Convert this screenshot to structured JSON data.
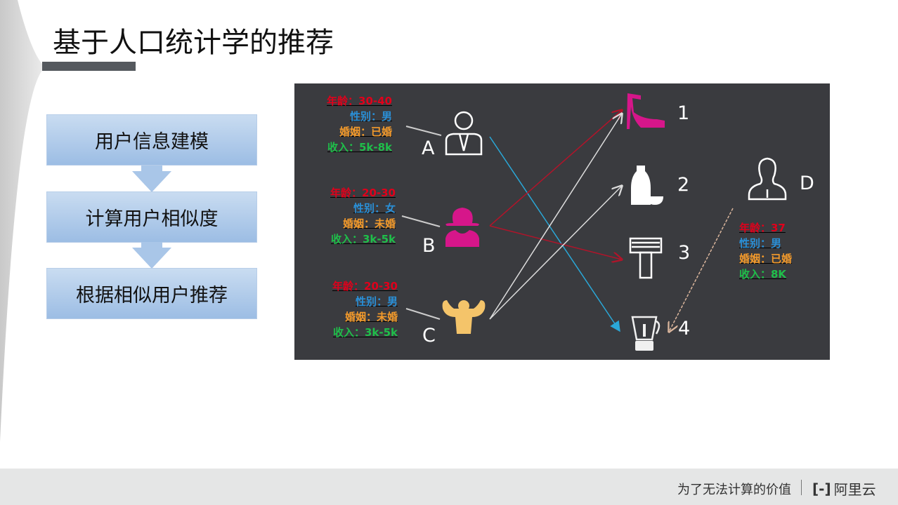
{
  "slide": {
    "title": "基于人口统计学的推荐"
  },
  "steps": [
    "用户信息建模",
    "计算用户相似度",
    "根据相似用户推荐"
  ],
  "users": [
    {
      "label": "A",
      "age": "年龄：30-40",
      "gender": "性别：男",
      "marriage": "婚姻：已婚",
      "income": "收入：5k-8k"
    },
    {
      "label": "B",
      "age": "年龄：20-30",
      "gender": "性别：女",
      "marriage": "婚姻：未婚",
      "income": "收入：3k-5k"
    },
    {
      "label": "C",
      "age": "年龄：20-30",
      "gender": "性别：男",
      "marriage": "婚姻：未婚",
      "income": "收入：3k-5k"
    },
    {
      "label": "D",
      "age": "年龄：37",
      "gender": "性别：男",
      "marriage": "婚姻：已婚",
      "income": "收入：8K"
    }
  ],
  "items": [
    {
      "label": "1",
      "icon": "high-heel-icon"
    },
    {
      "label": "2",
      "icon": "bottle-bowl-icon"
    },
    {
      "label": "3",
      "icon": "razor-icon"
    },
    {
      "label": "4",
      "icon": "blender-icon"
    }
  ],
  "colors": {
    "age": "#e0001b",
    "gender": "#2a8fd6",
    "marriage": "#f39a2b",
    "income": "#1fbf4a",
    "panel": "#3a3b3f"
  },
  "footer": {
    "slogan": "为了无法计算的价值",
    "brand": "阿里云"
  }
}
